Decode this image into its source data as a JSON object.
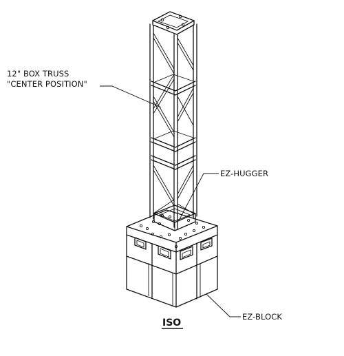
{
  "drawing": {
    "labels": {
      "truss_line1": "12\" BOX TRUSS",
      "truss_line2": "\"CENTER POSITION\"",
      "hugger": "EZ-HUGGER",
      "block": "EZ-BLOCK"
    },
    "view_title": "ISO"
  },
  "colors": {
    "ink": "#111111",
    "paper": "#ffffff",
    "shade": "#e6e6e6"
  }
}
